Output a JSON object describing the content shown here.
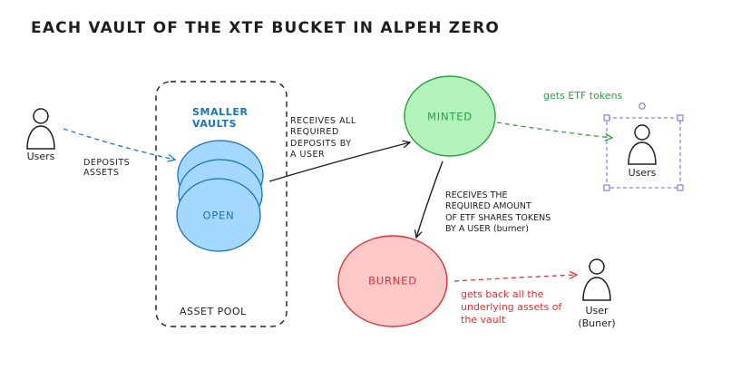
{
  "title": "EACH VAULT OF THE XTF BUCKET IN ALPEH ZERO",
  "actors": {
    "users_left": "Users",
    "users_right": "Users",
    "user_burner_line1": "User",
    "user_burner_line2": "(Buner)"
  },
  "labels": {
    "deposits_assets_line1": "DEPOSITS",
    "deposits_assets_line2": "ASSETS",
    "smaller_vaults_line1": "SMALLER",
    "smaller_vaults_line2": "VAULTS",
    "open": "OPEN",
    "asset_pool": "ASSET POOL",
    "receives_all_lines": [
      "RECEIVES ALL",
      "REQUIRED",
      "DEPOSITS BY",
      "A USER"
    ],
    "minted": "MINTED",
    "gets_etf_tokens": "gets ETF tokens",
    "receives_required_lines": [
      "RECEIVES THE",
      "REQUIRED AMOUNT",
      "OF ETF  SHARES TOKENS",
      "BY A USER (burner)"
    ],
    "burned": "BURNED",
    "gets_back_lines": [
      "gets back all the",
      "underlying assets of",
      "the vault"
    ]
  },
  "colors": {
    "stroke": "#1e1e1e",
    "blue_arrow": "#1971c2",
    "vault_fill": "#a5d8ff",
    "minted_fill": "#b2f2bb",
    "minted_text": "#2f9e44",
    "burned_fill": "#ffc9c9",
    "burned_text": "#e03131",
    "selection": "#6965db"
  }
}
